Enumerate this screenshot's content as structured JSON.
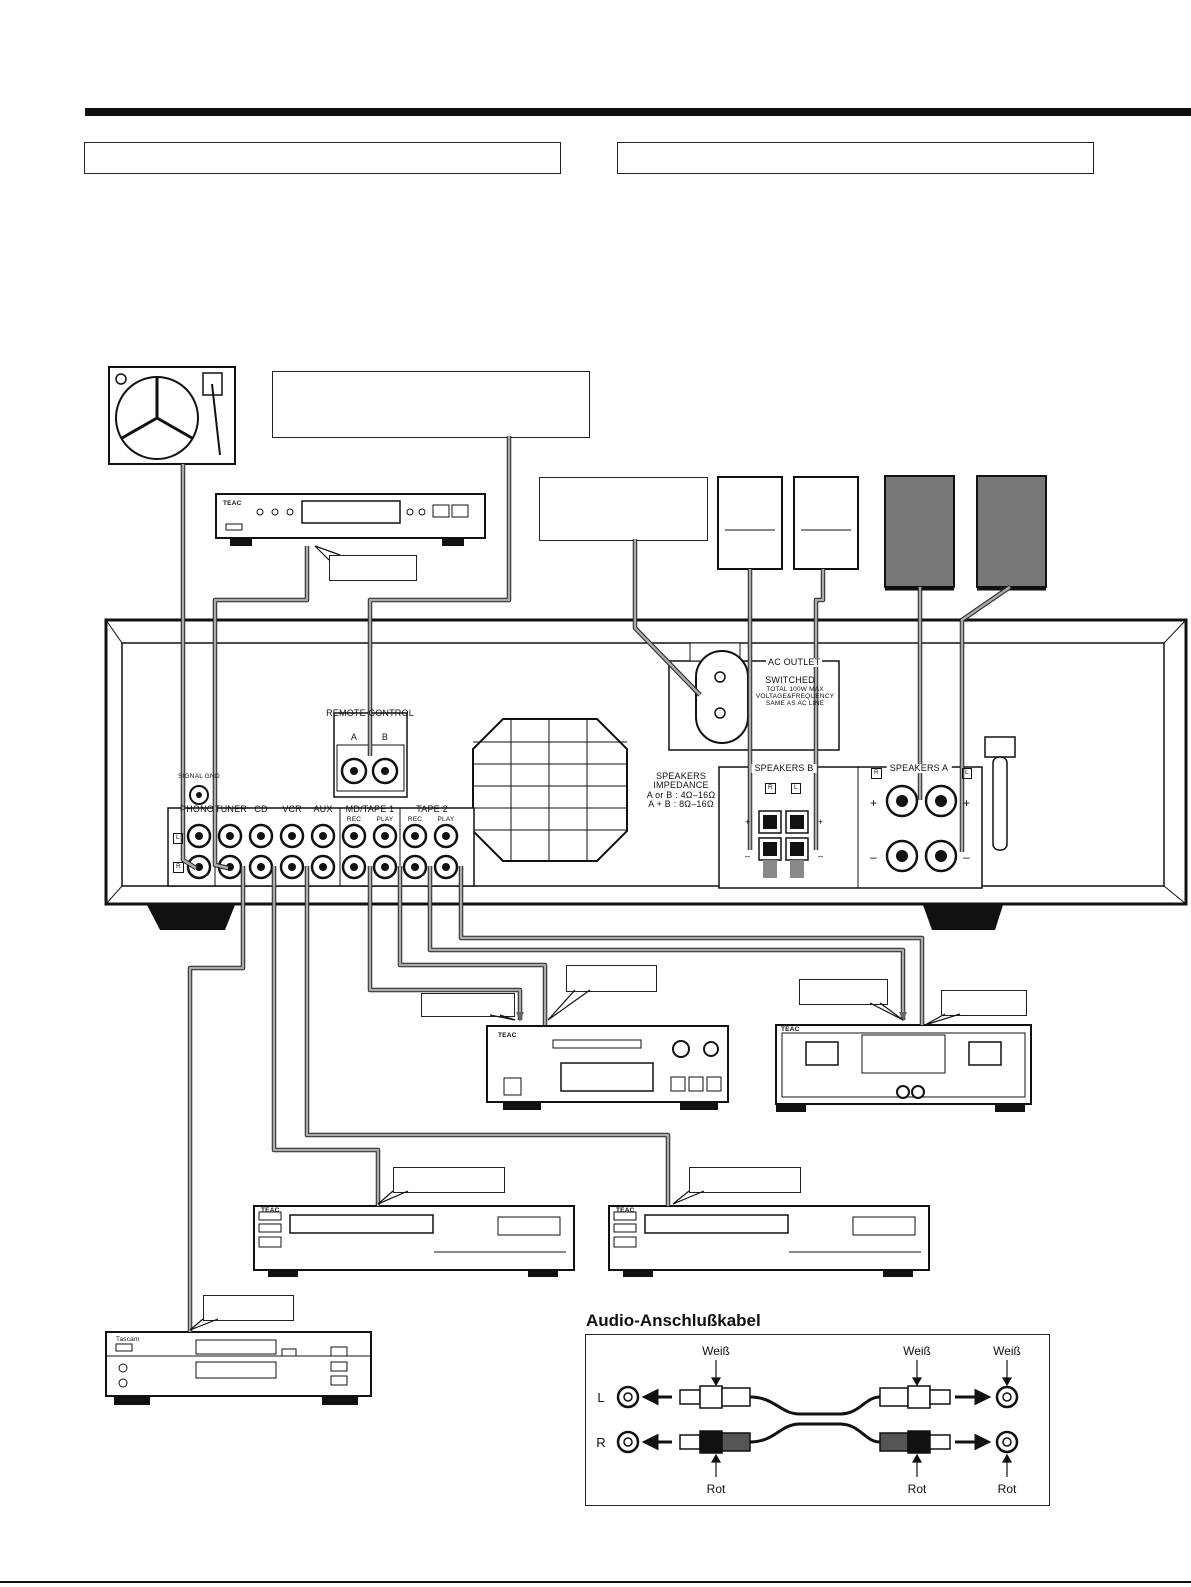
{
  "rear_panel": {
    "remote_control_title": "REMOTE CONTROL",
    "remote_a": "A",
    "remote_b": "B",
    "signal_gnd": "SIGNAL GND",
    "phono": "PHONO",
    "tuner": "TUNER",
    "cd": "CD",
    "vcr": "VCR",
    "aux": "AUX",
    "md_tape1": "MD/TAPE 1",
    "tape2": "TAPE 2",
    "rec": "REC",
    "play": "PLAY",
    "ch_l": "L",
    "ch_r": "R",
    "ac_outlet": "AC OUTLET",
    "switched": "SWITCHED",
    "ac_note1": "TOTAL 100W MAX",
    "ac_note2": "VOLTAGE&FREQUENCY",
    "ac_note3": "SAME AS AC LINE",
    "impedance_title1": "SPEAKERS",
    "impedance_title2": "IMPEDANCE",
    "impedance_a": "A or B : 4Ω–16Ω",
    "impedance_ab": "A + B : 8Ω–16Ω",
    "speakers_b": "SPEAKERS B",
    "speakers_a": "SPEAKERS A",
    "plus": "+",
    "minus": "–"
  },
  "devices": {
    "teac_brand": "TEAC",
    "tascam_brand": "Tascam"
  },
  "cable": {
    "title": "Audio-Anschlußkabel",
    "weiss": "Weiß",
    "rot": "Rot",
    "left": "L",
    "right": "R"
  }
}
